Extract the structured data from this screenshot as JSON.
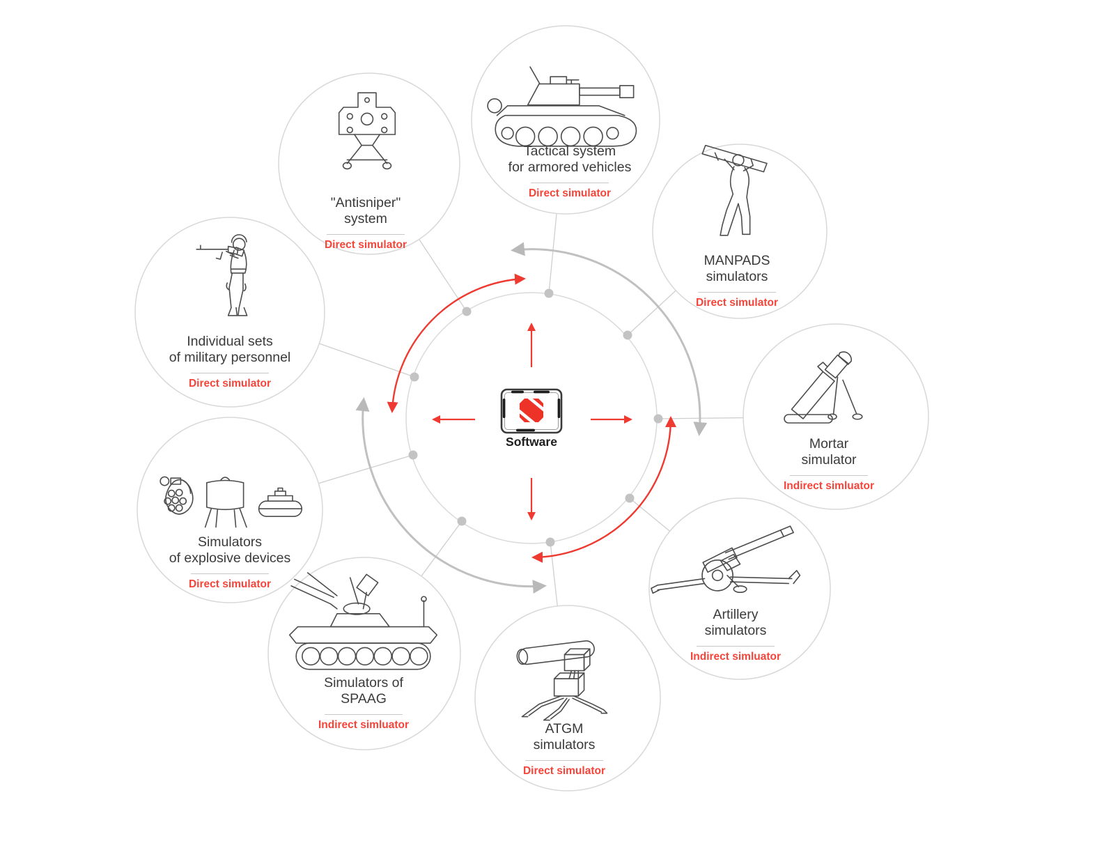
{
  "center": {
    "label": "Software",
    "icon": "software-tablet-icon"
  },
  "nodes": [
    {
      "id": "tactical-armored",
      "title": "Tactical system\nfor armored vehicles",
      "subtitle": "Direct simulator",
      "icon": "tank-icon"
    },
    {
      "id": "manpads",
      "title": "MANPADS\nsimulators",
      "subtitle": "Direct simulator",
      "icon": "manpads-soldier-icon"
    },
    {
      "id": "mortar",
      "title": "Mortar\nsimulator",
      "subtitle": "Indirect simluator",
      "icon": "mortar-icon"
    },
    {
      "id": "artillery",
      "title": "Artillery\nsimulators",
      "subtitle": "Indirect simluator",
      "icon": "howitzer-icon"
    },
    {
      "id": "atgm",
      "title": "ATGM\nsimulators",
      "subtitle": "Direct simulator",
      "icon": "atgm-launcher-icon"
    },
    {
      "id": "spaag",
      "title": "Simulators of\nSPAAG",
      "subtitle": "Indirect simluator",
      "icon": "spaag-vehicle-icon"
    },
    {
      "id": "explosives",
      "title": "Simulators\nof explosive devices",
      "subtitle": "Direct simulator",
      "icon": "explosives-icon"
    },
    {
      "id": "personnel",
      "title": "Individual sets\nof military personnel",
      "subtitle": "Direct simulator",
      "icon": "rifleman-icon"
    },
    {
      "id": "antisniper",
      "title": "\"Antisniper\"\nsystem",
      "subtitle": "Direct simulator",
      "icon": "antisniper-target-icon"
    }
  ],
  "colors": {
    "accent_red": "#ee3a30",
    "text_red": "#f4453a",
    "circle_gray": "#d8d8d8",
    "arc_gray": "#c0c0c0",
    "text_dark": "#3b3b3b"
  }
}
